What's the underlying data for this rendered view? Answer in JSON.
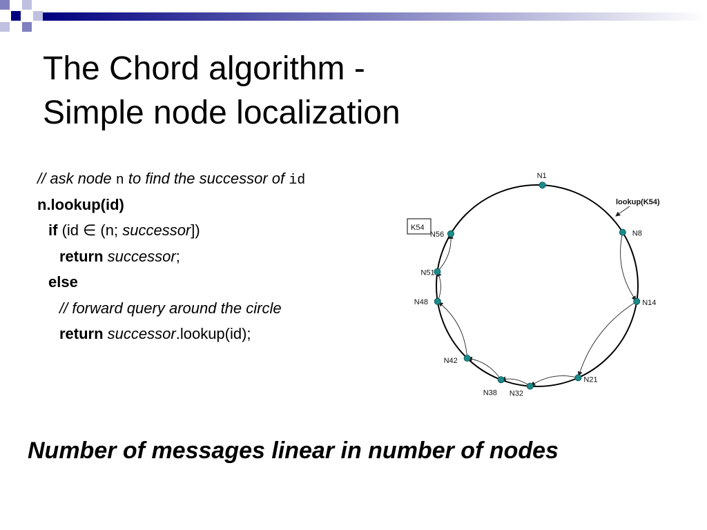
{
  "slide": {
    "title_line1": "The Chord algorithm -",
    "title_line2": "Simple node localization",
    "conclusion": "Number of messages linear in number of nodes"
  },
  "code": {
    "comment1": {
      "prefix": "// ask node ",
      "n": "n",
      "middle": " to find the successor of ",
      "id": "id"
    },
    "signature": "n.lookup(id)",
    "if_kw": "if",
    "if_open": " (id ",
    "element_of": "∈",
    "if_range": " (n; ",
    "if_successor": "successor",
    "if_close": "])",
    "return_kw": "return",
    "return_val": " successor",
    "return_end": ";",
    "else_kw": "else",
    "comment2": "// forward query around the circle",
    "return2_kw": "return",
    "return2_obj": " successor",
    "return2_call": ".lookup(id);"
  },
  "ring": {
    "node_color": "#1c8a8a",
    "nodes": [
      {
        "label": "N1"
      },
      {
        "label": "N8"
      },
      {
        "label": "N14"
      },
      {
        "label": "N21"
      },
      {
        "label": "N32"
      },
      {
        "label": "N38"
      },
      {
        "label": "N42"
      },
      {
        "label": "N48"
      },
      {
        "label": "N51"
      },
      {
        "label": "N56"
      }
    ],
    "lookup_label": "lookup(K54)",
    "key_label": "K54"
  },
  "decoration": {
    "square_dark": "#000080",
    "square_mid": "#8080c0",
    "square_light": "#c0c0e0",
    "bar_start": "#000080",
    "bar_end": "#ffffff"
  }
}
